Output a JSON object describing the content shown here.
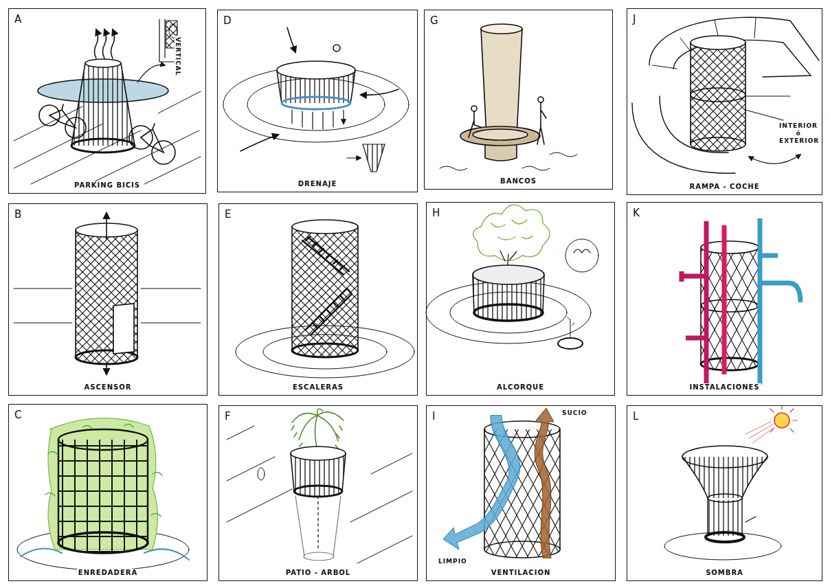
{
  "diagram": {
    "nodes": [
      {
        "text": [
          "A",
          "PARKING BICIS"
        ]
      },
      {
        "text": [
          "D",
          "DRENAJE"
        ]
      },
      {
        "text": [
          "G",
          "BANCOS"
        ]
      },
      {
        "text": [
          "J",
          "RAMPA - COCHE"
        ]
      },
      {
        "text": [
          "B",
          "ASCENSOR"
        ]
      },
      {
        "text": [
          "E",
          "ESCALERAS"
        ]
      },
      {
        "text": [
          "H",
          "ALCORQUE"
        ]
      },
      {
        "text": [
          "K",
          "INSTALACIONES"
        ]
      },
      {
        "text": [
          "C",
          "ENREDADERA"
        ]
      },
      {
        "text": [
          "F",
          "PATIO - ARBOL"
        ]
      },
      {
        "text": [
          "I",
          "VENTILACION"
        ]
      },
      {
        "text": [
          "L",
          "SOMBRA"
        ]
      }
    ],
    "labels": [
      "VERTICAL",
      "INTERIOR ó EXTERIOR",
      "SUCIO",
      "LIMPIO"
    ]
  }
}
